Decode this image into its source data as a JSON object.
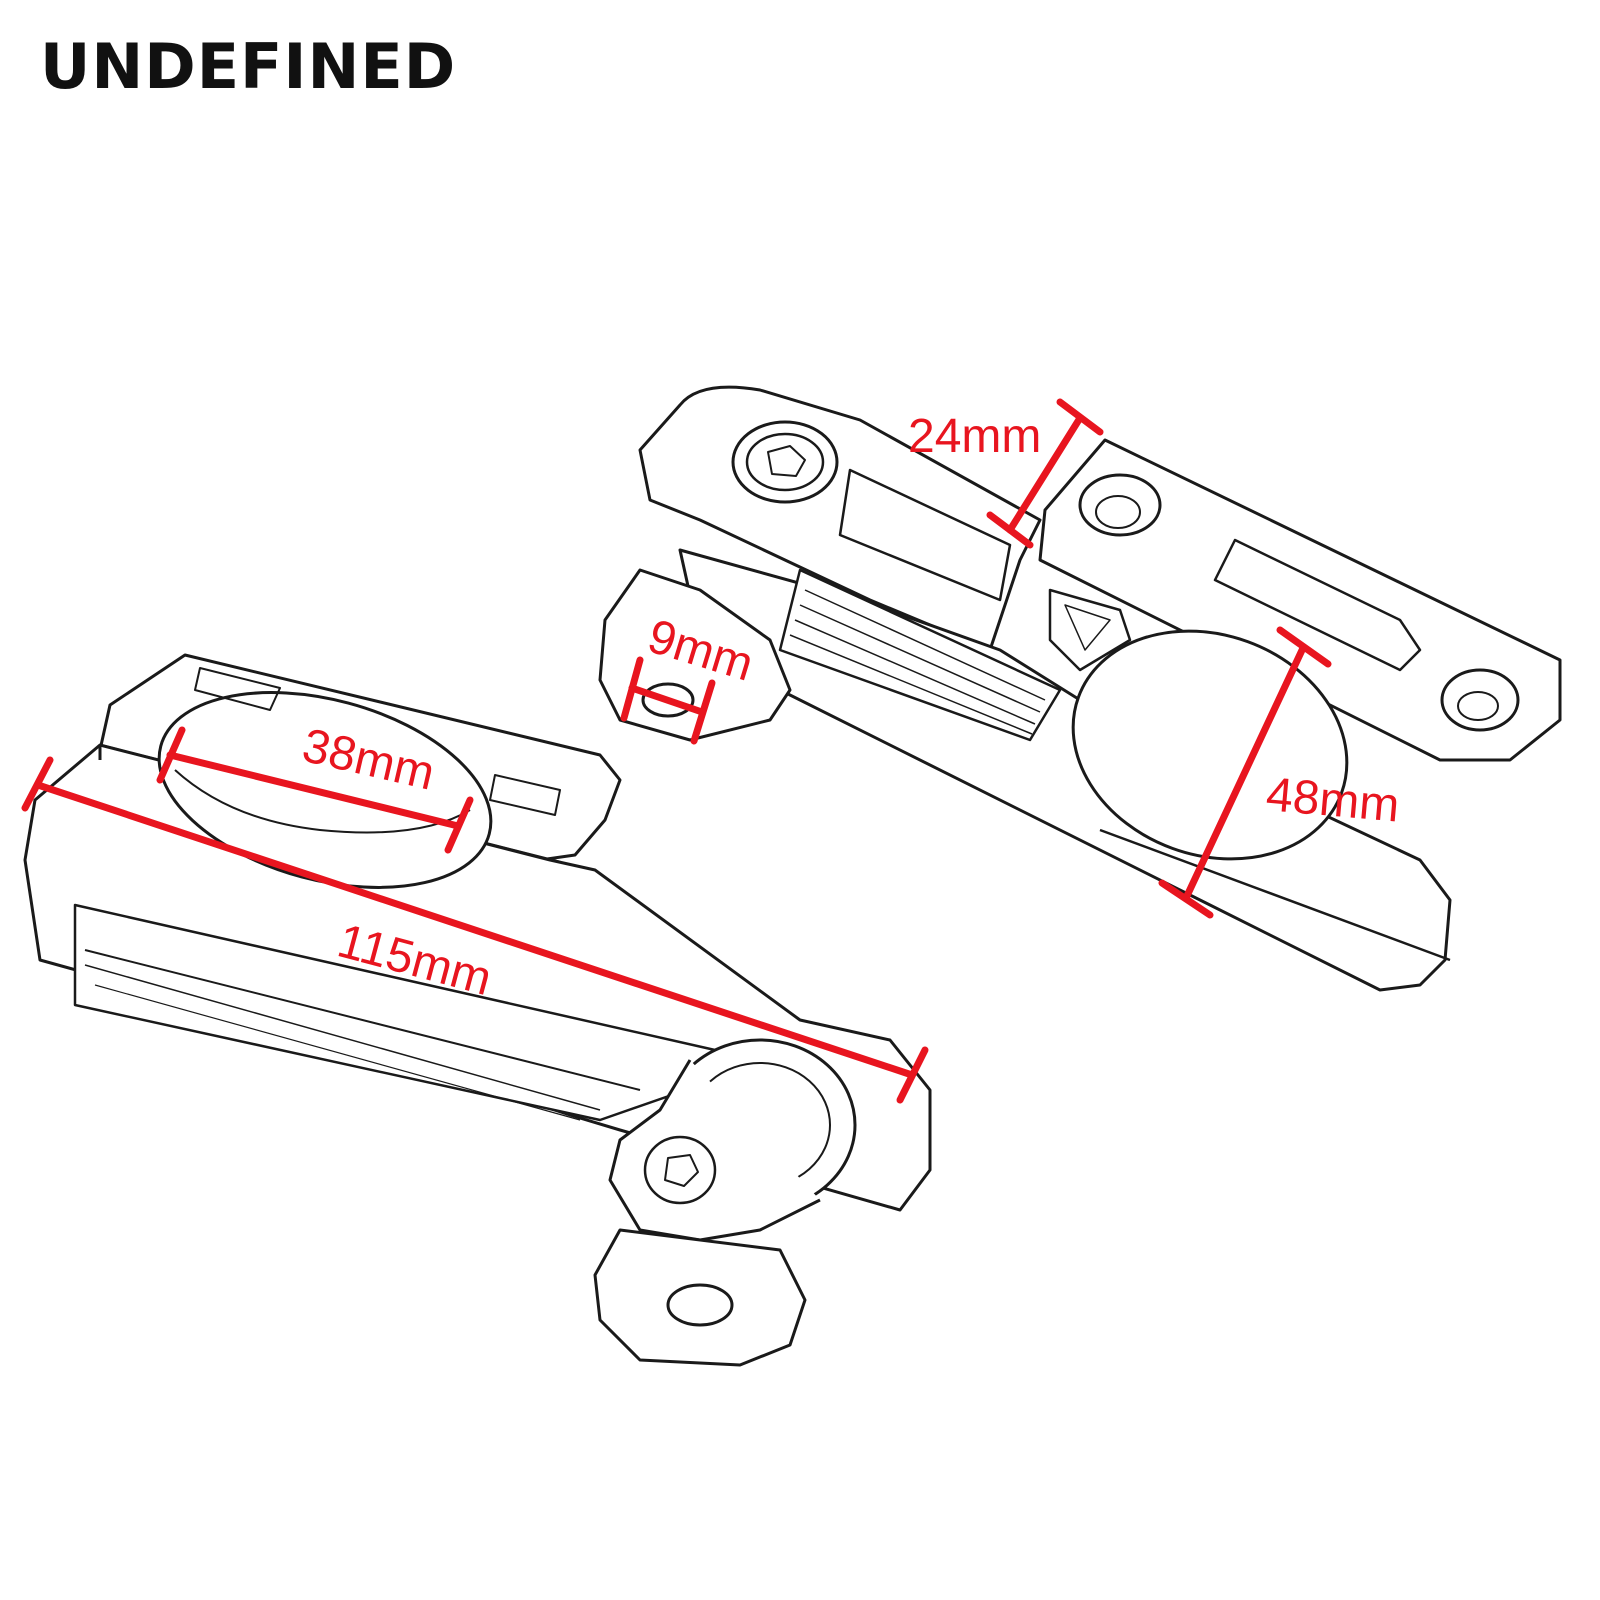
{
  "brand": {
    "text": "UNDEFINED"
  },
  "colors": {
    "dimension": "#e8151f",
    "outline": "#1a1a1a",
    "background": "#ffffff"
  },
  "dimensions": {
    "width_38": "38mm",
    "length_115": "115mm",
    "thickness_24": "24mm",
    "hole_9": "9mm",
    "height_48": "48mm"
  }
}
